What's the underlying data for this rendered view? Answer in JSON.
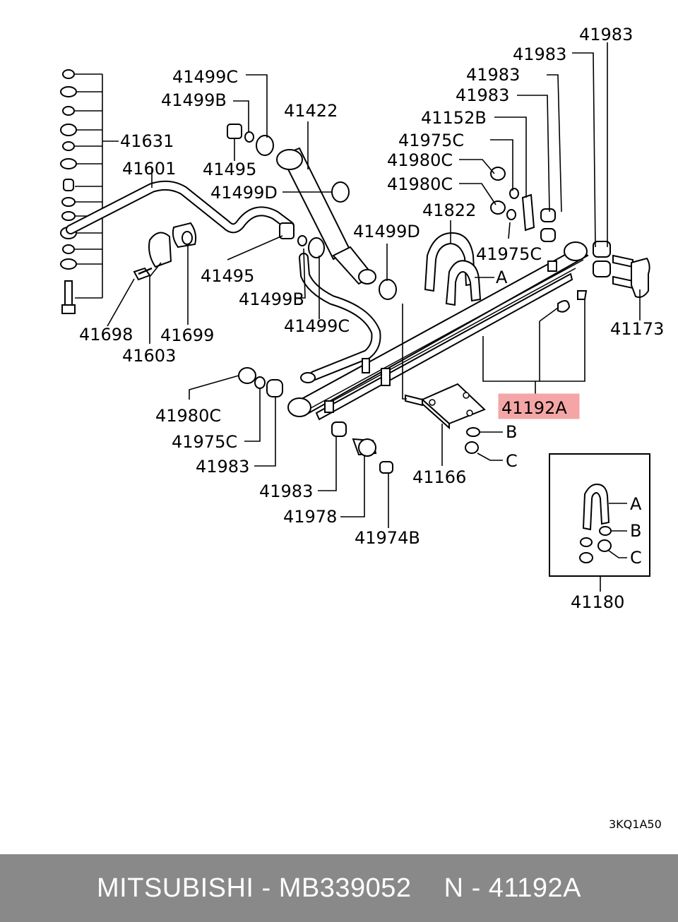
{
  "labels": {
    "p41983_a": "41983",
    "p41983_b": "41983",
    "p41983_c": "41983",
    "p41983_d": "41983",
    "p41499c_top": "41499C",
    "p41499b_top": "41499B",
    "p41422": "41422",
    "p41152b": "41152B",
    "p41631": "41631",
    "p41975c_top": "41975C",
    "p41601": "41601",
    "p41495_top": "41495",
    "p41980c_a": "41980C",
    "p41980c_b": "41980C",
    "p41499d_top": "41499D",
    "p41822": "41822",
    "p41499d_mid": "41499D",
    "p41975c_mid": "41975C",
    "p41495_mid": "41495",
    "label_a": "A",
    "p41499b_mid": "41499B",
    "p41173": "41173",
    "p41499c_mid": "41499C",
    "p41698": "41698",
    "p41699": "41699",
    "p41603": "41603",
    "p41192a": "41192A",
    "p41980c_low": "41980C",
    "label_b": "B",
    "p41975c_low": "41975C",
    "label_c": "C",
    "p41983_low": "41983",
    "p41166": "41166",
    "p41983_bot": "41983",
    "p41978": "41978",
    "p41974b": "41974B",
    "inset_a": "A",
    "inset_b": "B",
    "inset_c": "C",
    "p41180": "41180",
    "drawing_code": "3KQ1A50"
  },
  "footer": {
    "brand": "MITSUBISHI",
    "part_number": "MB339052",
    "ref": "N - 41192A",
    "separator": " - "
  },
  "colors": {
    "highlight_fill": "#f4a6a6",
    "footer_bg": "#898989",
    "footer_text": "#ffffff"
  }
}
